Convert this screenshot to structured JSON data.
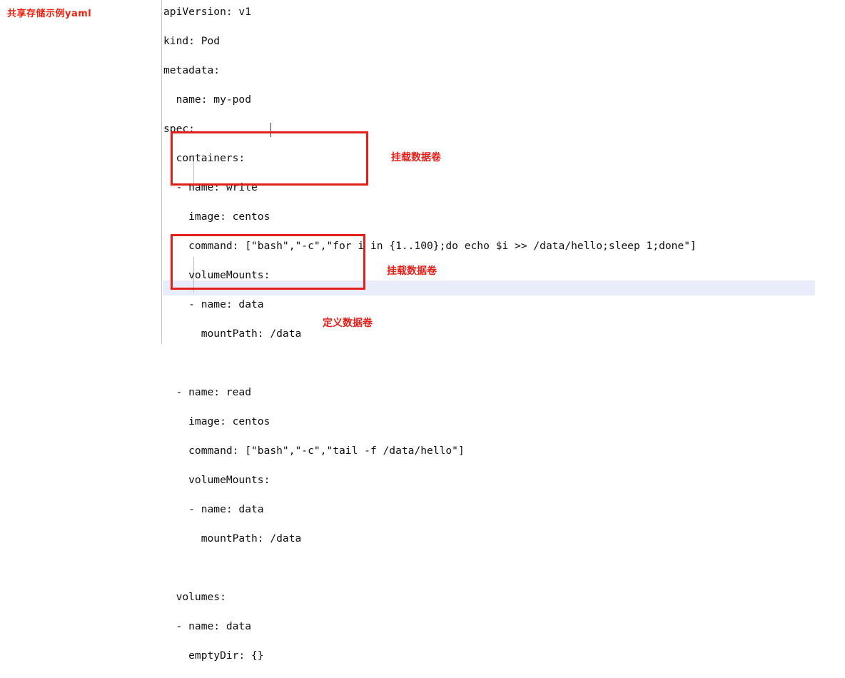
{
  "sidebar": {
    "title": "共享存储示例yaml"
  },
  "editor": {
    "lines": [
      "apiVersion: v1",
      "kind: Pod",
      "metadata:",
      "  name: my-pod",
      "spec:",
      "  containers:",
      "  - name: write",
      "    image: centos",
      "    command: [\"bash\",\"-c\",\"for i in {1..100};do echo $i >> /data/hello;sleep 1;done\"]",
      "    volumeMounts:",
      "    - name: data",
      "      mountPath: /data",
      "",
      "  - name: read",
      "    image: centos",
      "    command: [\"bash\",\"-c\",\"tail -f /data/hello\"]",
      "    volumeMounts:",
      "    - name: data",
      "      mountPath: /data",
      "",
      "  volumes:",
      "  - name: data",
      "    emptyDir: {}"
    ]
  },
  "annotations": {
    "mount_volume_1": "挂载数据卷",
    "mount_volume_2": "挂载数据卷",
    "define_volume": "定义数据卷"
  },
  "colors": {
    "annotation_red": "#e1201a",
    "current_line_highlight": "#e8ecfb"
  }
}
